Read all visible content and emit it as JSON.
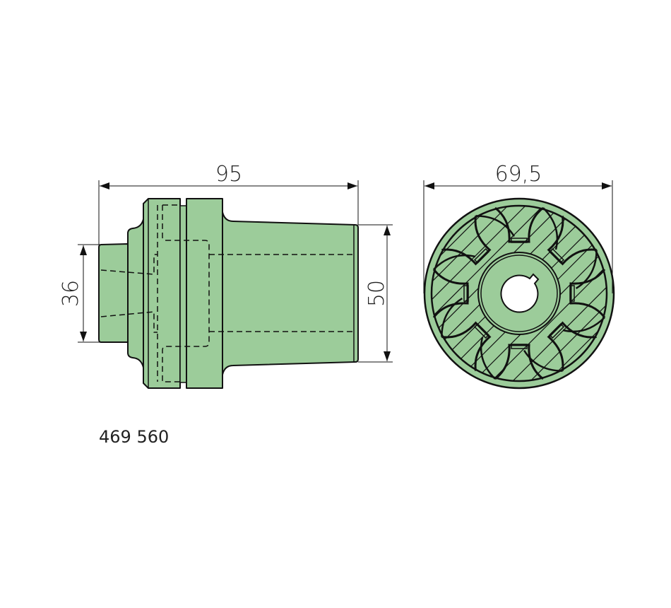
{
  "dimensions": {
    "overall_length": "95",
    "outer_diameter": "69,5",
    "shaft_diameter": "36",
    "body_diameter": "50"
  },
  "part_number": "469 560",
  "colors": {
    "part_fill": "#9ccc9a",
    "line": "#111111"
  }
}
